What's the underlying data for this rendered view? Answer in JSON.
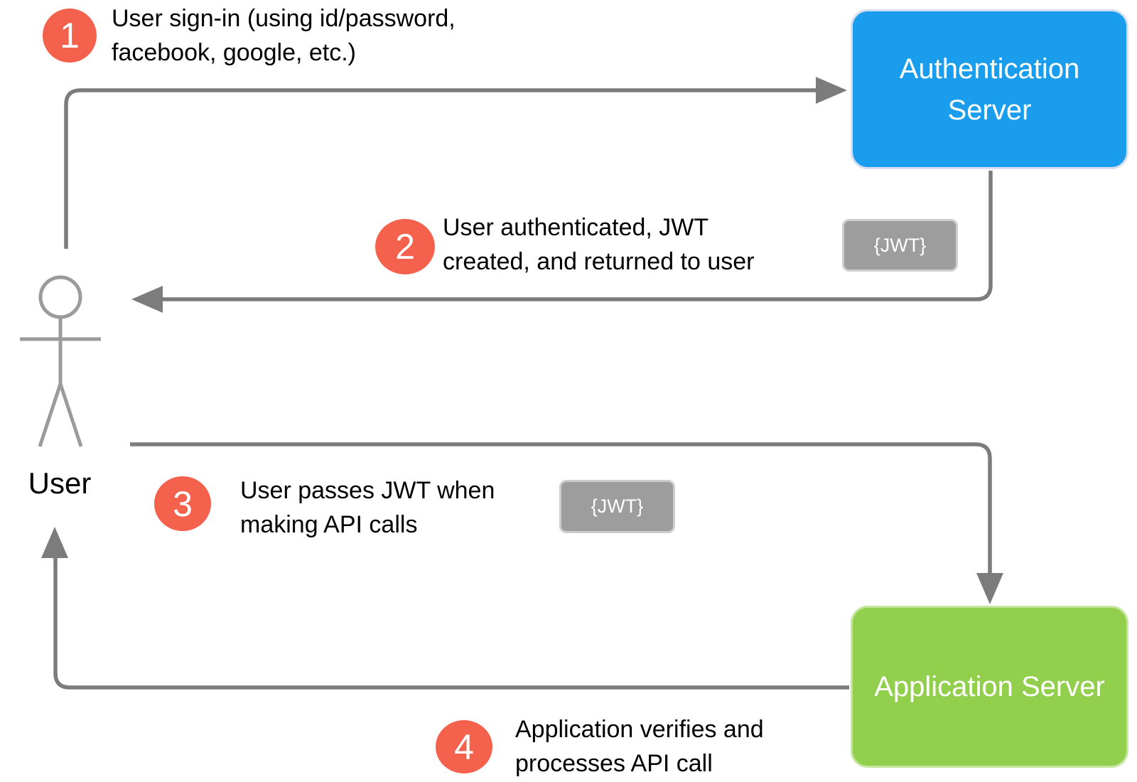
{
  "actors": {
    "user": {
      "label": "User"
    },
    "auth_server": {
      "label": "Authentication Server"
    },
    "app_server": {
      "label": "Application Server"
    }
  },
  "steps": [
    {
      "number": "1",
      "line1": "User sign-in (using id/password,",
      "line2": "facebook, google, etc.)"
    },
    {
      "number": "2",
      "line1": "User authenticated, JWT",
      "line2": "created, and returned to user"
    },
    {
      "number": "3",
      "line1": "User passes JWT when",
      "line2": "making API calls"
    },
    {
      "number": "4",
      "line1": "Application verifies and",
      "line2": "processes API call"
    }
  ],
  "badges": {
    "jwt_top": "{JWT}",
    "jwt_bottom": "{JWT}"
  },
  "colors": {
    "auth-blue": "#1a9ded",
    "auth-border": "#d8def2",
    "app-green": "#92cf4d",
    "app-border": "#c4e79d",
    "step-red": "#f4614d",
    "badge-gray": "#9d9d9d",
    "badge-border": "#cdcdcd",
    "arrow": "#7c7c7c",
    "figure": "#9b9b9b"
  }
}
